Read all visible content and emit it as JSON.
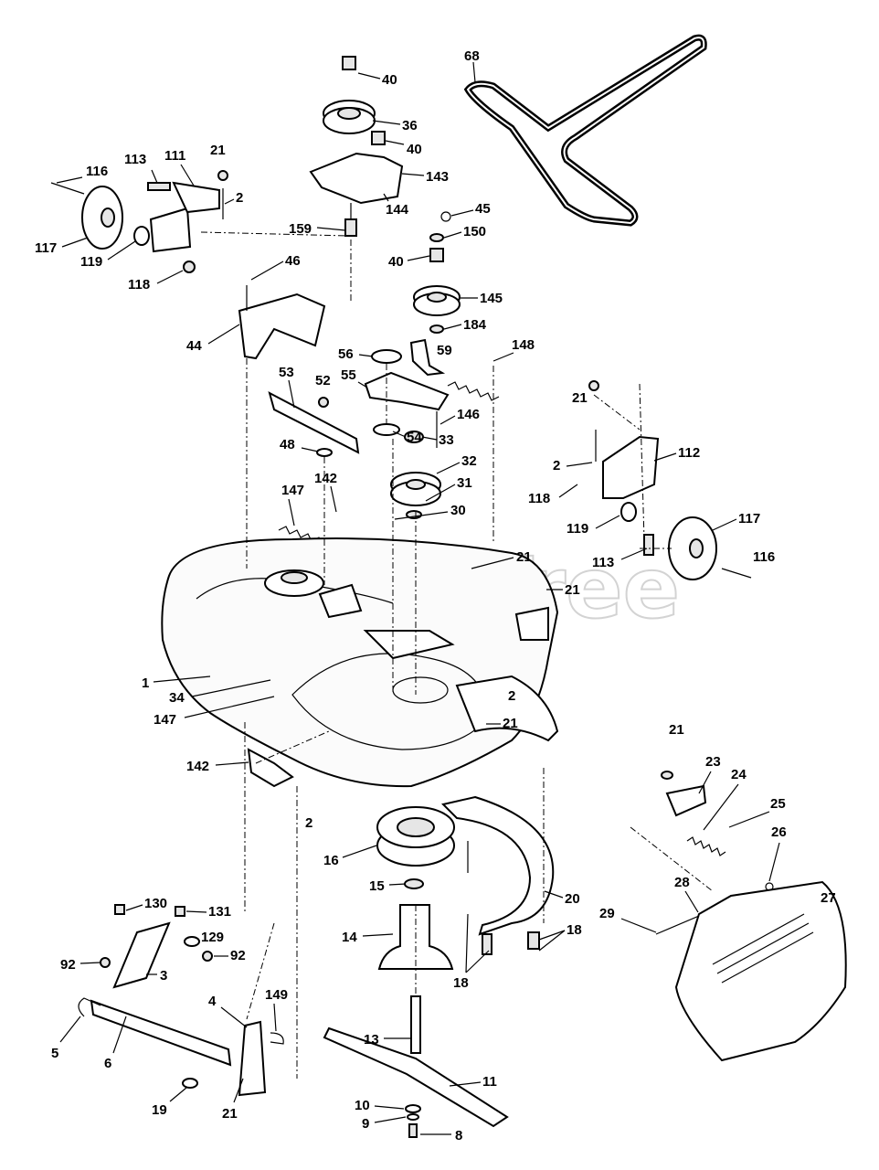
{
  "watermark": "PartsTree",
  "parts": [
    {
      "id": "p-40-top",
      "label": "40"
    },
    {
      "id": "p-36",
      "label": "36"
    },
    {
      "id": "p-40-mid",
      "label": "40"
    },
    {
      "id": "p-143",
      "label": "143"
    },
    {
      "id": "p-144",
      "label": "144"
    },
    {
      "id": "p-159",
      "label": "159"
    },
    {
      "id": "p-68",
      "label": "68"
    },
    {
      "id": "p-116-left",
      "label": "116"
    },
    {
      "id": "p-113-left",
      "label": "113"
    },
    {
      "id": "p-111",
      "label": "111"
    },
    {
      "id": "p-21-topleft",
      "label": "21"
    },
    {
      "id": "p-2-topleft",
      "label": "2"
    },
    {
      "id": "p-117-left",
      "label": "117"
    },
    {
      "id": "p-119-left",
      "label": "119"
    },
    {
      "id": "p-118-left",
      "label": "118"
    },
    {
      "id": "p-45",
      "label": "45"
    },
    {
      "id": "p-150",
      "label": "150"
    },
    {
      "id": "p-40-lower",
      "label": "40"
    },
    {
      "id": "p-46",
      "label": "46"
    },
    {
      "id": "p-44",
      "label": "44"
    },
    {
      "id": "p-145",
      "label": "145"
    },
    {
      "id": "p-184",
      "label": "184"
    },
    {
      "id": "p-56",
      "label": "56"
    },
    {
      "id": "p-59",
      "label": "59"
    },
    {
      "id": "p-148",
      "label": "148"
    },
    {
      "id": "p-53",
      "label": "53"
    },
    {
      "id": "p-52",
      "label": "52"
    },
    {
      "id": "p-55",
      "label": "55"
    },
    {
      "id": "p-146",
      "label": "146"
    },
    {
      "id": "p-54",
      "label": "54"
    },
    {
      "id": "p-48",
      "label": "48"
    },
    {
      "id": "p-33",
      "label": "33"
    },
    {
      "id": "p-32",
      "label": "32"
    },
    {
      "id": "p-31",
      "label": "31"
    },
    {
      "id": "p-30",
      "label": "30"
    },
    {
      "id": "p-147-top",
      "label": "147"
    },
    {
      "id": "p-142-top",
      "label": "142"
    },
    {
      "id": "p-21-right-top",
      "label": "21"
    },
    {
      "id": "p-2-right",
      "label": "2"
    },
    {
      "id": "p-112",
      "label": "112"
    },
    {
      "id": "p-118-right",
      "label": "118"
    },
    {
      "id": "p-119-right",
      "label": "119"
    },
    {
      "id": "p-117-right",
      "label": "117"
    },
    {
      "id": "p-113-right",
      "label": "113"
    },
    {
      "id": "p-116-right",
      "label": "116"
    },
    {
      "id": "p-21-deck-a",
      "label": "21"
    },
    {
      "id": "p-21-deck-b",
      "label": "21"
    },
    {
      "id": "p-1",
      "label": "1"
    },
    {
      "id": "p-34",
      "label": "34"
    },
    {
      "id": "p-147-bottom",
      "label": "147"
    },
    {
      "id": "p-2-deck",
      "label": "2"
    },
    {
      "id": "p-21-deck-c",
      "label": "21"
    },
    {
      "id": "p-142-bottom",
      "label": "142"
    },
    {
      "id": "p-2-bottom",
      "label": "2"
    },
    {
      "id": "p-16",
      "label": "16"
    },
    {
      "id": "p-21-deflector",
      "label": "21"
    },
    {
      "id": "p-23",
      "label": "23"
    },
    {
      "id": "p-24",
      "label": "24"
    },
    {
      "id": "p-25",
      "label": "25"
    },
    {
      "id": "p-26",
      "label": "26"
    },
    {
      "id": "p-15",
      "label": "15"
    },
    {
      "id": "p-20",
      "label": "20"
    },
    {
      "id": "p-28",
      "label": "28"
    },
    {
      "id": "p-27",
      "label": "27"
    },
    {
      "id": "p-29",
      "label": "29"
    },
    {
      "id": "p-130",
      "label": "130"
    },
    {
      "id": "p-131",
      "label": "131"
    },
    {
      "id": "p-14",
      "label": "14"
    },
    {
      "id": "p-18-right",
      "label": "18"
    },
    {
      "id": "p-92-left",
      "label": "92"
    },
    {
      "id": "p-129",
      "label": "129"
    },
    {
      "id": "p-92-right",
      "label": "92"
    },
    {
      "id": "p-3",
      "label": "3"
    },
    {
      "id": "p-18-bottom",
      "label": "18"
    },
    {
      "id": "p-4",
      "label": "4"
    },
    {
      "id": "p-149",
      "label": "149"
    },
    {
      "id": "p-13",
      "label": "13"
    },
    {
      "id": "p-5",
      "label": "5"
    },
    {
      "id": "p-6",
      "label": "6"
    },
    {
      "id": "p-11",
      "label": "11"
    },
    {
      "id": "p-19",
      "label": "19"
    },
    {
      "id": "p-21-bottom",
      "label": "21"
    },
    {
      "id": "p-10",
      "label": "10"
    },
    {
      "id": "p-9",
      "label": "9"
    },
    {
      "id": "p-8",
      "label": "8"
    }
  ]
}
